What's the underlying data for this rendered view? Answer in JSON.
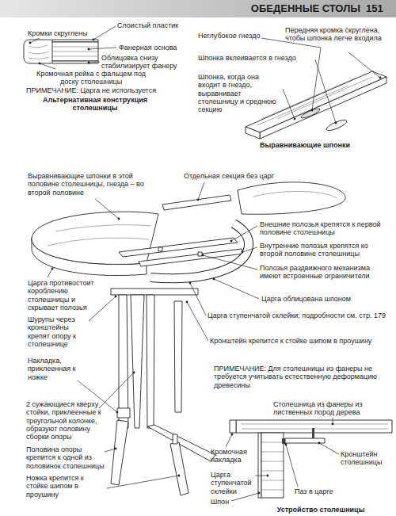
{
  "diagram": {
    "title": "ОБЕДЕННЫЕ СТОЛЫ",
    "labels": [
      "151",
      "Кромки скруглены",
      "Слоистый пластик",
      "Фанерная основа",
      "Облицовка снизу стабилизирует фанеру",
      "Кромочная рейка с фальцем под доску столешницы",
      "ПРИМЕЧАНИЕ: Царга не используется",
      "Альтернативная конструкция столешницы",
      "Неглубокое гнездо",
      "Передняя кромка скруглена, чтобы шпонка легче входила",
      "Шпонка вклеивается в гнездо",
      "Шпонка, когда она входит в гнездо, выравнивает столешницу и среднюю секцию",
      "Выравнивающие шпонки",
      "Выравнивающие шпонки в этой половине столешницы, гнезда – во второй половине",
      "Отдельная секция без царг",
      "Внешние полозья крепятся к первой половине столешницы",
      "Внутренние полозья крепятся ко второй половине столешницы",
      "Полозья раздвижного механизма имеют встроенные ограничители",
      "Царга противостоит короблению столешницы и скрывает полозья",
      "Царга облицована шпоном",
      "Шурупы через кронштейны крепят опору к столешнице",
      "Царга ступенчатой склейки; подробности см. стр. 179",
      "Кронштейн крепится к стойке шипом в проушину",
      "ПРИМЕЧАНИЕ: Для столешницы из фанеры не требуется учитывать естественную деформацию древесины",
      "Накладка, приклеенная к ножке",
      "2 сужающиеся кверху стойки, приклеенные к треугольной колонке, образуют половину сборки опоры",
      "Столешница из фанеры из лиственных пород дерева",
      "Половина опоры крепится к одной из половинок столешницы",
      "Кромочная накладка",
      "Кронштейн столешницы",
      "Ножка крепится к стойке шипом в проушину",
      "Царга ступенчатой склейки",
      "Шпон",
      "Паз в царге",
      "Устройство столешницы"
    ]
  }
}
